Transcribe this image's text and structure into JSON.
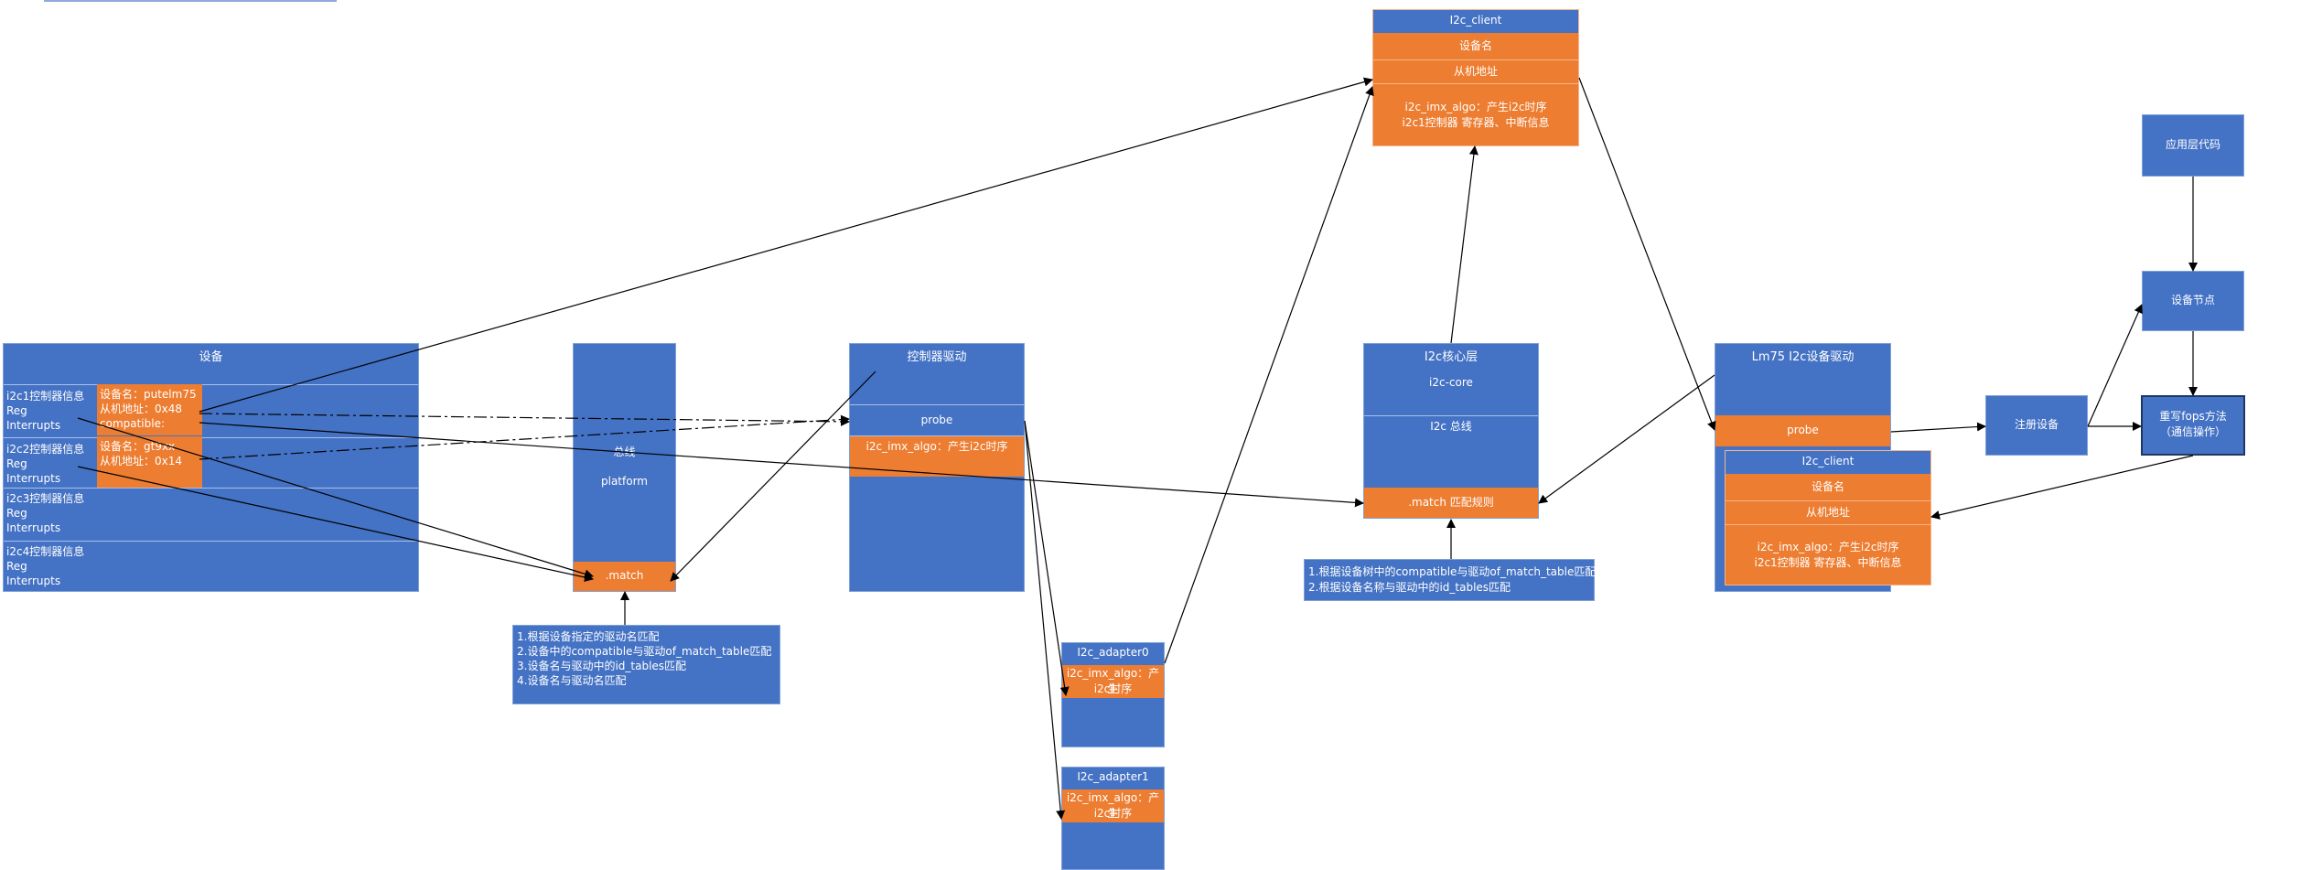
{
  "colors": {
    "box_blue": "#4472c4",
    "box_orange": "#ed7d31",
    "arrow": "#000000"
  },
  "devices": {
    "title": "设备",
    "groups": [
      {
        "name": "i2c1控制器信息",
        "reg": "Reg",
        "irq": "Interrupts"
      },
      {
        "name": "i2c2控制器信息",
        "reg": "Reg",
        "irq": "Interrupts"
      },
      {
        "name": "i2c3控制器信息",
        "reg": "Reg",
        "irq": "Interrupts"
      },
      {
        "name": "i2c4控制器信息",
        "reg": "Reg",
        "irq": "Interrupts"
      }
    ],
    "dev1": {
      "name": "设备名：putelm75",
      "addr": "从机地址：0x48",
      "compat": "compatible:"
    },
    "dev2": {
      "name": "设备名：gt9xx",
      "addr": "从机地址：0x14"
    }
  },
  "bus": {
    "title": "总线",
    "subtitle": "platform",
    "match": ".match"
  },
  "bus_rules": [
    "1.根据设备指定的驱动名匹配",
    "2.设备中的compatible与驱动of_match_table匹配",
    "3.设备名与驱动中的id_tables匹配",
    "4.设备名与驱动名匹配"
  ],
  "controller_driver": {
    "title": "控制器驱动",
    "probe": "probe",
    "algo": "i2c_imx_algo：产生i2c时序"
  },
  "adapter0": {
    "title": "I2c_adapter0",
    "algo_line1": "i2c_imx_algo：产生",
    "algo_line2": "i2c时序"
  },
  "adapter1": {
    "title": "I2c_adapter1",
    "algo_line1": "i2c_imx_algo：产生",
    "algo_line2": "i2c时序"
  },
  "client_top": {
    "title": "I2c_client",
    "name": "设备名",
    "addr": "从机地址",
    "algo": "i2c_imx_algo：产生i2c时序",
    "regs": "i2c1控制器 寄存器、中断信息"
  },
  "core": {
    "title": "I2c核心层",
    "sub": "i2c-core",
    "bus": "I2c 总线",
    "match": ".match 匹配规则"
  },
  "core_rules": [
    "1.根据设备树中的compatible与驱动of_match_table匹配",
    "2.根据设备名称与驱动中的id_tables匹配"
  ],
  "lm75": {
    "title": "Lm75 I2c设备驱动",
    "probe": "probe"
  },
  "client_inner": {
    "title": "I2c_client",
    "name": "设备名",
    "addr": "从机地址",
    "algo": "i2c_imx_algo：产生i2c时序",
    "regs": "i2c1控制器 寄存器、中断信息"
  },
  "register": {
    "label": "注册设备"
  },
  "app": {
    "label": "应用层代码"
  },
  "node": {
    "label": "设备节点"
  },
  "fops": {
    "line1": "重写fops方法",
    "line2": "（通信操作）"
  }
}
